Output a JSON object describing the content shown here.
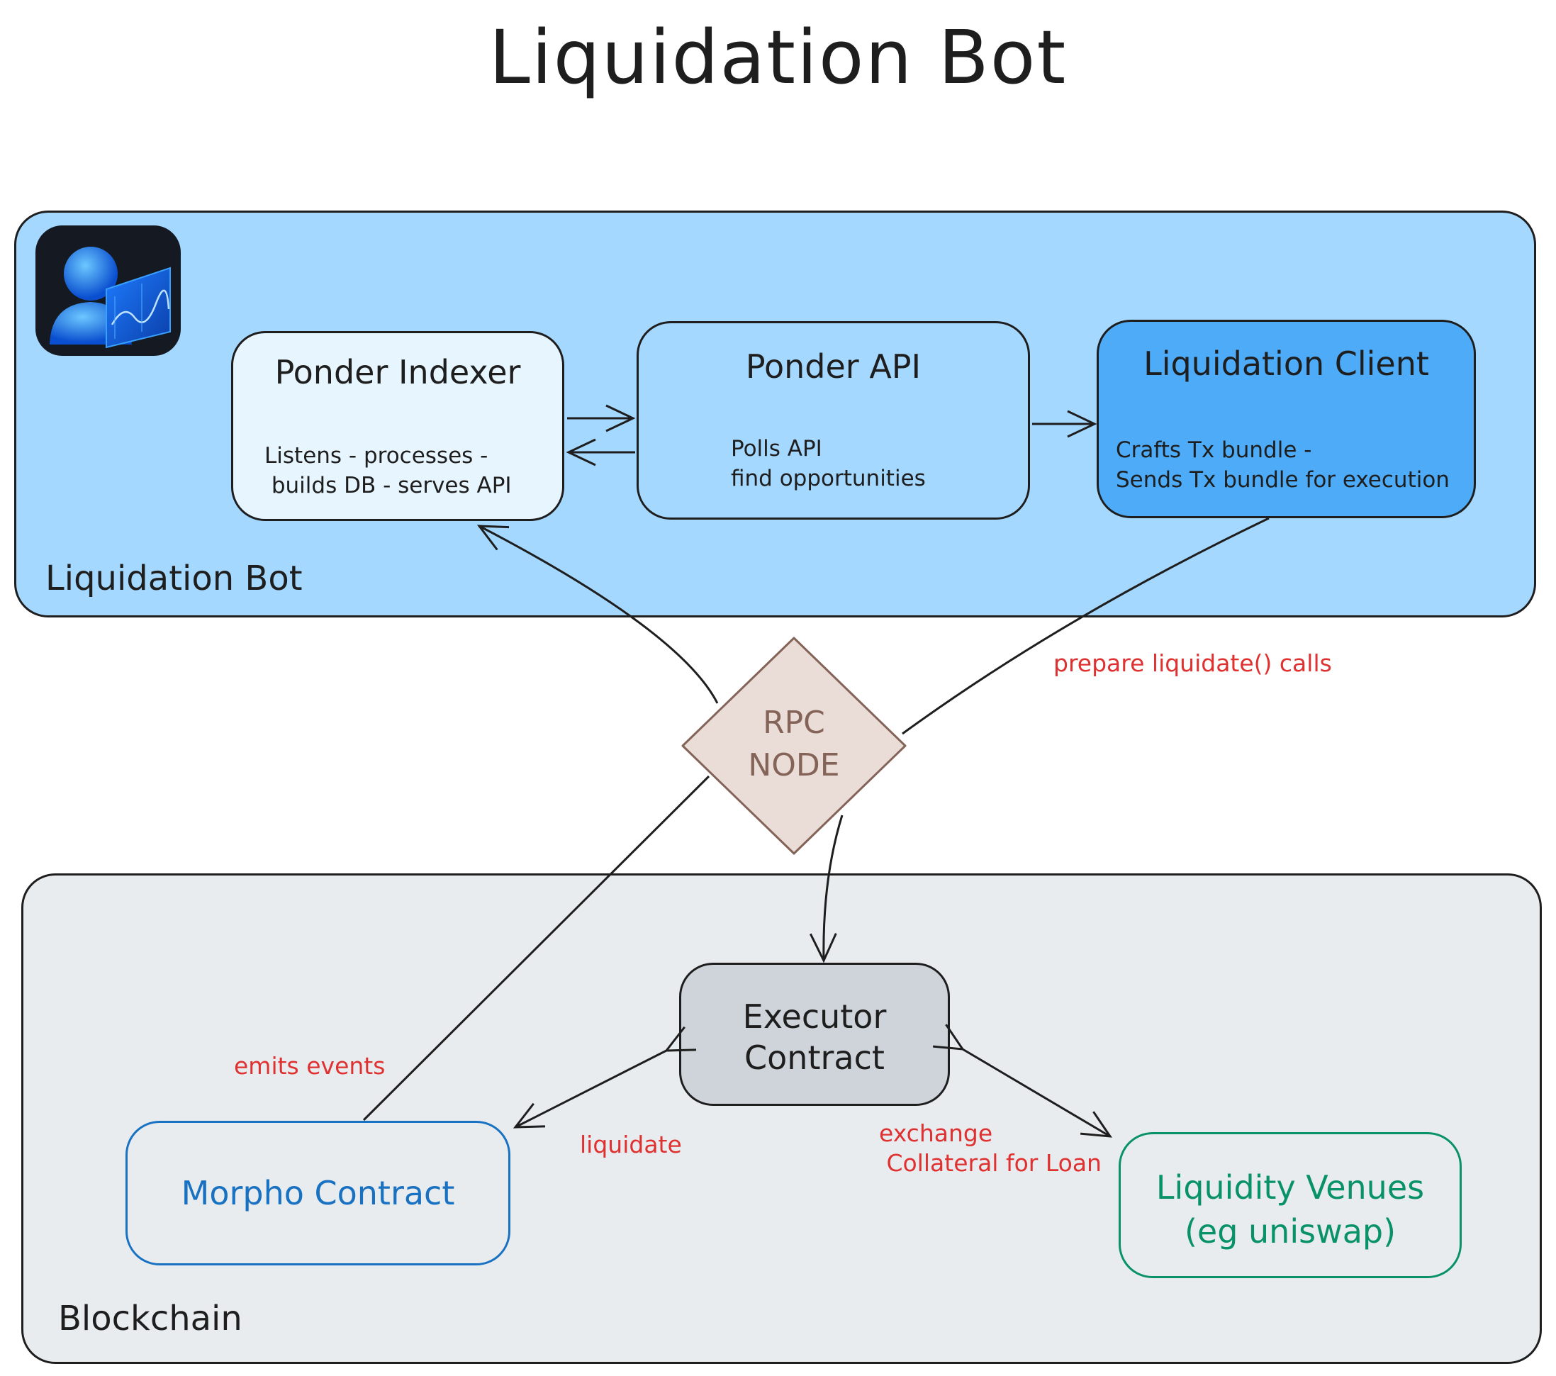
{
  "title": "Liquidation Bot",
  "groups": {
    "bot": {
      "label": "Liquidation Bot"
    },
    "chain": {
      "label": "Blockchain"
    }
  },
  "boxes": {
    "indexer": {
      "title": "Ponder Indexer",
      "desc": "Listens - processes -\n builds DB - serves API"
    },
    "api": {
      "title": "Ponder API",
      "desc": "Polls API\nfind opportunities"
    },
    "client": {
      "title": "Liquidation Client",
      "desc": "Crafts Tx bundle -\nSends Tx bundle for execution"
    },
    "rpc": {
      "label": "RPC\nNODE"
    },
    "executor": {
      "title": "Executor\nContract"
    },
    "morpho": {
      "title": "Morpho Contract"
    },
    "venues": {
      "title": "Liquidity Venues\n(eg uniswap)"
    }
  },
  "edge_labels": {
    "prepare": "prepare liquidate() calls",
    "emits": "emits events",
    "liquidate": "liquidate",
    "exchange": "exchange\n Collateral for Loan"
  },
  "colors": {
    "bot_bg": "#a5d8ff",
    "chain_bg": "#e9ecef",
    "indexer_bg": "#e7f5ff",
    "client_bg": "#4dabf7",
    "executor_bg": "#ced4da",
    "rpc_fill": "#eaddd7",
    "rpc_stroke": "#846358",
    "morpho": "#1971c2",
    "venues": "#099268",
    "edge_label": "#e03131"
  },
  "icons": {
    "avatar": "user-dashboard-icon"
  }
}
